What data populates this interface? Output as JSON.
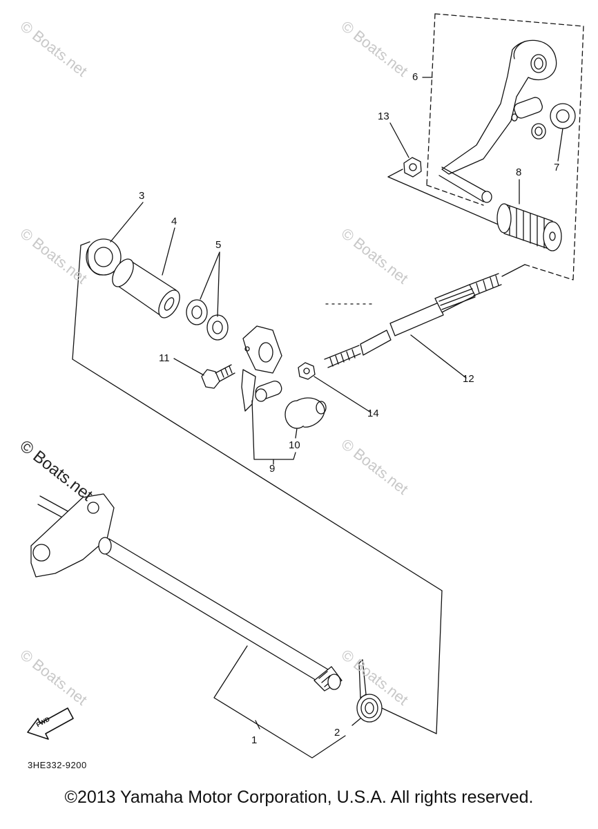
{
  "diagram": {
    "code": "3HE332-9200",
    "fwd_label": "FWD",
    "callouts": [
      "1",
      "2",
      "3",
      "4",
      "5",
      "6",
      "7",
      "8",
      "9",
      "10",
      "11",
      "12",
      "13",
      "14"
    ]
  },
  "watermarks": [
    "© Boats.net"
  ],
  "footer": {
    "copyright": "©2013 Yamaha Motor Corporation, U.S.A. All rights reserved."
  }
}
